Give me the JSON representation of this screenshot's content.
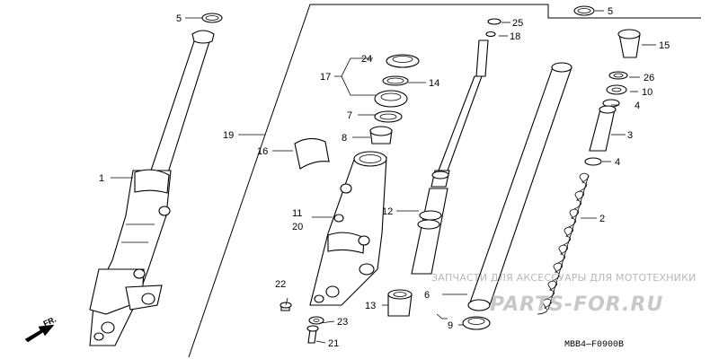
{
  "callouts": {
    "c1": "1",
    "c2": "2",
    "c3": "3",
    "c4a": "4",
    "c4b": "4",
    "c5a": "5",
    "c5b": "5",
    "c6": "6",
    "c7": "7",
    "c8": "8",
    "c9": "9",
    "c10": "10",
    "c11": "11",
    "c12": "12",
    "c13": "13",
    "c14": "14",
    "c15": "15",
    "c16": "16",
    "c17": "17",
    "c18": "18",
    "c19": "19",
    "c20": "20",
    "c21": "21",
    "c22": "22",
    "c23": "23",
    "c24": "24",
    "c25": "25",
    "c26": "26"
  },
  "diagram_code": "MBB4—F0900B",
  "direction_label": "FR.",
  "watermark": {
    "tagline": "ЗАПЧАСТИ ДЛЯ АКСЕССУАРЫ ДЛЯ МОТОТЕХНИКИ",
    "brand": "PARTS-FOR.RU"
  },
  "colors": {
    "ink": "#000000",
    "background": "#ffffff",
    "watermark": "#c8c8c8"
  }
}
